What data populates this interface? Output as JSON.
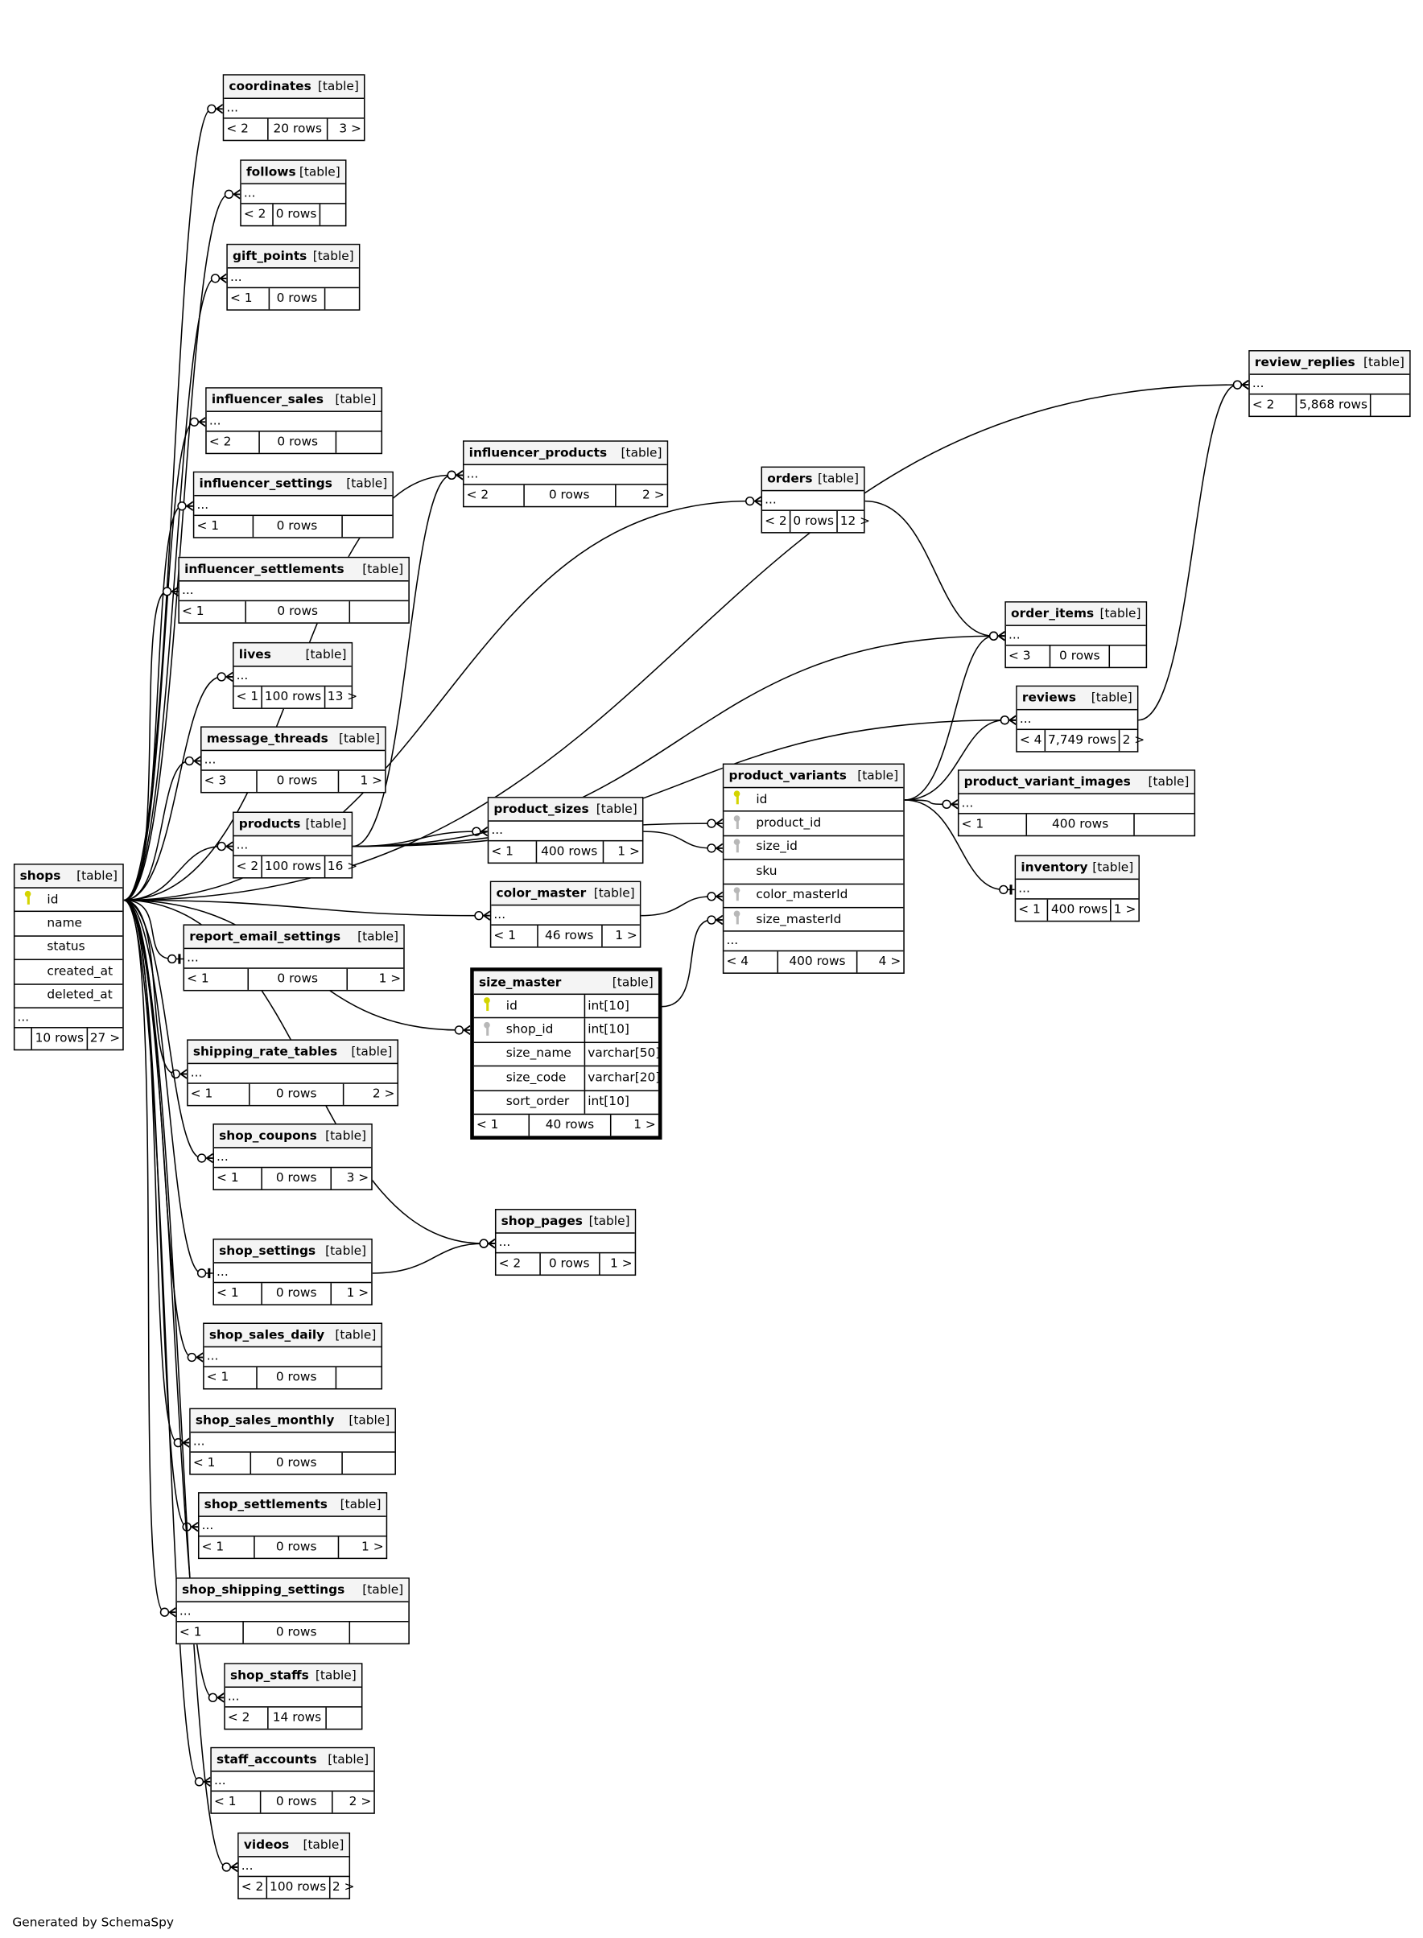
{
  "colors": {
    "pk_key": "#d4d400",
    "fk_key": "#b8b8b8",
    "header_bg": "#f4f4f4"
  },
  "footer_text": "Generated by SchemaSpy",
  "tables": [
    {
      "name": "coordinates",
      "label": "[table]",
      "rows": [
        {
          "name": "..."
        }
      ],
      "footer": [
        "< 2",
        "20 rows",
        "3 >"
      ]
    },
    {
      "name": "follows",
      "label": "[table]",
      "rows": [
        {
          "name": "..."
        }
      ],
      "footer": [
        "< 2",
        "0 rows",
        ""
      ]
    },
    {
      "name": "gift_points",
      "label": "[table]",
      "rows": [
        {
          "name": "..."
        }
      ],
      "footer": [
        "< 1",
        "0 rows",
        ""
      ]
    },
    {
      "name": "influencer_sales",
      "label": "[table]",
      "rows": [
        {
          "name": "..."
        }
      ],
      "footer": [
        "< 2",
        "0 rows",
        ""
      ]
    },
    {
      "name": "influencer_settings",
      "label": "[table]",
      "rows": [
        {
          "name": "..."
        }
      ],
      "footer": [
        "< 1",
        "0 rows",
        ""
      ]
    },
    {
      "name": "influencer_settlements",
      "label": "[table]",
      "rows": [
        {
          "name": "..."
        }
      ],
      "footer": [
        "< 1",
        "0 rows",
        ""
      ]
    },
    {
      "name": "lives",
      "label": "[table]",
      "rows": [
        {
          "name": "..."
        }
      ],
      "footer": [
        "< 1",
        "100 rows",
        "13 >"
      ]
    },
    {
      "name": "message_threads",
      "label": "[table]",
      "rows": [
        {
          "name": "..."
        }
      ],
      "footer": [
        "< 3",
        "0 rows",
        "1 >"
      ]
    },
    {
      "name": "products",
      "label": "[table]",
      "rows": [
        {
          "name": "..."
        }
      ],
      "footer": [
        "< 2",
        "100 rows",
        "16 >"
      ]
    },
    {
      "name": "shops",
      "label": "[table]",
      "rows": [
        {
          "name": "id",
          "key": "pk"
        },
        {
          "name": "name"
        },
        {
          "name": "status"
        },
        {
          "name": "created_at"
        },
        {
          "name": "deleted_at"
        },
        {
          "name": "..."
        }
      ],
      "footer": [
        "",
        "10 rows",
        "27 >"
      ]
    },
    {
      "name": "report_email_settings",
      "label": "[table]",
      "rows": [
        {
          "name": "..."
        }
      ],
      "footer": [
        "< 1",
        "0 rows",
        "1 >"
      ]
    },
    {
      "name": "shipping_rate_tables",
      "label": "[table]",
      "rows": [
        {
          "name": "..."
        }
      ],
      "footer": [
        "< 1",
        "0 rows",
        "2 >"
      ]
    },
    {
      "name": "shop_coupons",
      "label": "[table]",
      "rows": [
        {
          "name": "..."
        }
      ],
      "footer": [
        "< 1",
        "0 rows",
        "3 >"
      ]
    },
    {
      "name": "shop_settings",
      "label": "[table]",
      "rows": [
        {
          "name": "..."
        }
      ],
      "footer": [
        "< 1",
        "0 rows",
        "1 >"
      ]
    },
    {
      "name": "shop_sales_daily",
      "label": "[table]",
      "rows": [
        {
          "name": "..."
        }
      ],
      "footer": [
        "< 1",
        "0 rows",
        ""
      ]
    },
    {
      "name": "shop_sales_monthly",
      "label": "[table]",
      "rows": [
        {
          "name": "..."
        }
      ],
      "footer": [
        "< 1",
        "0 rows",
        ""
      ]
    },
    {
      "name": "shop_settlements",
      "label": "[table]",
      "rows": [
        {
          "name": "..."
        }
      ],
      "footer": [
        "< 1",
        "0 rows",
        "1 >"
      ]
    },
    {
      "name": "shop_shipping_settings",
      "label": "[table]",
      "rows": [
        {
          "name": "..."
        }
      ],
      "footer": [
        "< 1",
        "0 rows",
        ""
      ]
    },
    {
      "name": "shop_staffs",
      "label": "[table]",
      "rows": [
        {
          "name": "..."
        }
      ],
      "footer": [
        "< 2",
        "14 rows",
        ""
      ]
    },
    {
      "name": "staff_accounts",
      "label": "[table]",
      "rows": [
        {
          "name": "..."
        }
      ],
      "footer": [
        "< 1",
        "0 rows",
        "2 >"
      ]
    },
    {
      "name": "videos",
      "label": "[table]",
      "rows": [
        {
          "name": "..."
        }
      ],
      "footer": [
        "< 2",
        "100 rows",
        "2 >"
      ]
    },
    {
      "name": "influencer_products",
      "label": "[table]",
      "rows": [
        {
          "name": "..."
        }
      ],
      "footer": [
        "< 2",
        "0 rows",
        "2 >"
      ]
    },
    {
      "name": "orders",
      "label": "[table]",
      "rows": [
        {
          "name": "..."
        }
      ],
      "footer": [
        "< 2",
        "0 rows",
        "12 >"
      ]
    },
    {
      "name": "product_sizes",
      "label": "[table]",
      "rows": [
        {
          "name": "..."
        }
      ],
      "footer": [
        "< 1",
        "400 rows",
        "1 >"
      ]
    },
    {
      "name": "color_master",
      "label": "[table]",
      "rows": [
        {
          "name": "..."
        }
      ],
      "footer": [
        "< 1",
        "46 rows",
        "1 >"
      ]
    },
    {
      "name": "size_master",
      "label": "[table]",
      "rows": [
        {
          "name": "id",
          "key": "pk",
          "type": "int[10]"
        },
        {
          "name": "shop_id",
          "key": "fk",
          "type": "int[10]"
        },
        {
          "name": "size_name",
          "type": "varchar[50]"
        },
        {
          "name": "size_code",
          "type": "varchar[20]"
        },
        {
          "name": "sort_order",
          "type": "int[10]"
        }
      ],
      "footer": [
        "< 1",
        "40 rows",
        "1 >"
      ]
    },
    {
      "name": "shop_pages",
      "label": "[table]",
      "rows": [
        {
          "name": "..."
        }
      ],
      "footer": [
        "< 2",
        "0 rows",
        "1 >"
      ]
    },
    {
      "name": "product_variants",
      "label": "[table]",
      "rows": [
        {
          "name": "id",
          "key": "pk"
        },
        {
          "name": "product_id",
          "key": "fk"
        },
        {
          "name": "size_id",
          "key": "fk"
        },
        {
          "name": "sku"
        },
        {
          "name": "color_masterId",
          "key": "fk"
        },
        {
          "name": "size_masterId",
          "key": "fk"
        },
        {
          "name": "..."
        }
      ],
      "footer": [
        "< 4",
        "400 rows",
        "4 >"
      ]
    },
    {
      "name": "order_items",
      "label": "[table]",
      "rows": [
        {
          "name": "..."
        }
      ],
      "footer": [
        "< 3",
        "0 rows",
        ""
      ]
    },
    {
      "name": "reviews",
      "label": "[table]",
      "rows": [
        {
          "name": "..."
        }
      ],
      "footer": [
        "< 4",
        "7,749 rows",
        "2 >"
      ]
    },
    {
      "name": "product_variant_images",
      "label": "[table]",
      "rows": [
        {
          "name": "..."
        }
      ],
      "footer": [
        "< 1",
        "400 rows",
        ""
      ]
    },
    {
      "name": "inventory",
      "label": "[table]",
      "rows": [
        {
          "name": "..."
        }
      ],
      "footer": [
        "< 1",
        "400 rows",
        "1 >"
      ]
    },
    {
      "name": "review_replies",
      "label": "[table]",
      "rows": [
        {
          "name": "..."
        }
      ],
      "footer": [
        "< 2",
        "5,868 rows",
        ""
      ]
    }
  ],
  "relationships": [
    {
      "from": [
        "shops",
        "id"
      ],
      "to": [
        "coordinates",
        "..."
      ],
      "card": "many"
    },
    {
      "from": [
        "shops",
        "id"
      ],
      "to": [
        "follows",
        "..."
      ],
      "card": "many"
    },
    {
      "from": [
        "shops",
        "id"
      ],
      "to": [
        "gift_points",
        "..."
      ],
      "card": "many"
    },
    {
      "from": [
        "shops",
        "id"
      ],
      "to": [
        "influencer_sales",
        "..."
      ],
      "card": "many"
    },
    {
      "from": [
        "shops",
        "id"
      ],
      "to": [
        "influencer_settings",
        "..."
      ],
      "card": "many"
    },
    {
      "from": [
        "shops",
        "id"
      ],
      "to": [
        "influencer_settlements",
        "..."
      ],
      "card": "many"
    },
    {
      "from": [
        "shops",
        "id"
      ],
      "to": [
        "lives",
        "..."
      ],
      "card": "many"
    },
    {
      "from": [
        "shops",
        "id"
      ],
      "to": [
        "message_threads",
        "..."
      ],
      "card": "many"
    },
    {
      "from": [
        "shops",
        "id"
      ],
      "to": [
        "products",
        "..."
      ],
      "card": "many"
    },
    {
      "from": [
        "shops",
        "id"
      ],
      "to": [
        "report_email_settings",
        "..."
      ],
      "card": "one"
    },
    {
      "from": [
        "shops",
        "id"
      ],
      "to": [
        "shipping_rate_tables",
        "..."
      ],
      "card": "many"
    },
    {
      "from": [
        "shops",
        "id"
      ],
      "to": [
        "shop_coupons",
        "..."
      ],
      "card": "many"
    },
    {
      "from": [
        "shops",
        "id"
      ],
      "to": [
        "shop_settings",
        "..."
      ],
      "card": "one"
    },
    {
      "from": [
        "shops",
        "id"
      ],
      "to": [
        "shop_sales_daily",
        "..."
      ],
      "card": "many"
    },
    {
      "from": [
        "shops",
        "id"
      ],
      "to": [
        "shop_sales_monthly",
        "..."
      ],
      "card": "many"
    },
    {
      "from": [
        "shops",
        "id"
      ],
      "to": [
        "shop_settlements",
        "..."
      ],
      "card": "many"
    },
    {
      "from": [
        "shops",
        "id"
      ],
      "to": [
        "shop_shipping_settings",
        "..."
      ],
      "card": "many"
    },
    {
      "from": [
        "shops",
        "id"
      ],
      "to": [
        "shop_staffs",
        "..."
      ],
      "card": "many"
    },
    {
      "from": [
        "shops",
        "id"
      ],
      "to": [
        "staff_accounts",
        "..."
      ],
      "card": "many"
    },
    {
      "from": [
        "shops",
        "id"
      ],
      "to": [
        "videos",
        "..."
      ],
      "card": "many"
    },
    {
      "from": [
        "shops",
        "id"
      ],
      "to": [
        "influencer_products",
        "..."
      ],
      "card": "many"
    },
    {
      "from": [
        "shops",
        "id"
      ],
      "to": [
        "orders",
        "..."
      ],
      "card": "many"
    },
    {
      "from": [
        "shops",
        "id"
      ],
      "to": [
        "review_replies",
        "..."
      ],
      "card": "many"
    },
    {
      "from": [
        "shops",
        "id"
      ],
      "to": [
        "size_master",
        "shop_id"
      ],
      "card": "many"
    },
    {
      "from": [
        "shops",
        "id"
      ],
      "to": [
        "color_master",
        "..."
      ],
      "card": "many"
    },
    {
      "from": [
        "shops",
        "id"
      ],
      "to": [
        "shop_pages",
        "..."
      ],
      "card": "many"
    },
    {
      "from": [
        "products",
        "..."
      ],
      "to": [
        "influencer_products",
        "..."
      ],
      "card": "many"
    },
    {
      "from": [
        "products",
        "..."
      ],
      "to": [
        "product_sizes",
        "..."
      ],
      "card": "many"
    },
    {
      "from": [
        "products",
        "..."
      ],
      "to": [
        "product_variants",
        "product_id"
      ],
      "card": "many"
    },
    {
      "from": [
        "products",
        "..."
      ],
      "to": [
        "order_items",
        "..."
      ],
      "card": "many"
    },
    {
      "from": [
        "products",
        "..."
      ],
      "to": [
        "reviews",
        "..."
      ],
      "card": "many"
    },
    {
      "from": [
        "product_sizes",
        "..."
      ],
      "to": [
        "product_variants",
        "size_id"
      ],
      "card": "many"
    },
    {
      "from": [
        "color_master",
        "..."
      ],
      "to": [
        "product_variants",
        "color_masterId"
      ],
      "card": "many"
    },
    {
      "from": [
        "size_master",
        "id"
      ],
      "to": [
        "product_variants",
        "size_masterId"
      ],
      "card": "many"
    },
    {
      "from": [
        "product_variants",
        "id"
      ],
      "to": [
        "order_items",
        "..."
      ],
      "card": "many"
    },
    {
      "from": [
        "product_variants",
        "id"
      ],
      "to": [
        "reviews",
        "..."
      ],
      "card": "many"
    },
    {
      "from": [
        "product_variants",
        "id"
      ],
      "to": [
        "product_variant_images",
        "..."
      ],
      "card": "many"
    },
    {
      "from": [
        "product_variants",
        "id"
      ],
      "to": [
        "inventory",
        "..."
      ],
      "card": "one"
    },
    {
      "from": [
        "orders",
        "..."
      ],
      "to": [
        "order_items",
        "..."
      ],
      "card": "many"
    },
    {
      "from": [
        "reviews",
        "..."
      ],
      "to": [
        "review_replies",
        "..."
      ],
      "card": "many"
    },
    {
      "from": [
        "shop_settings",
        "..."
      ],
      "to": [
        "shop_pages",
        "..."
      ],
      "card": "many"
    }
  ]
}
